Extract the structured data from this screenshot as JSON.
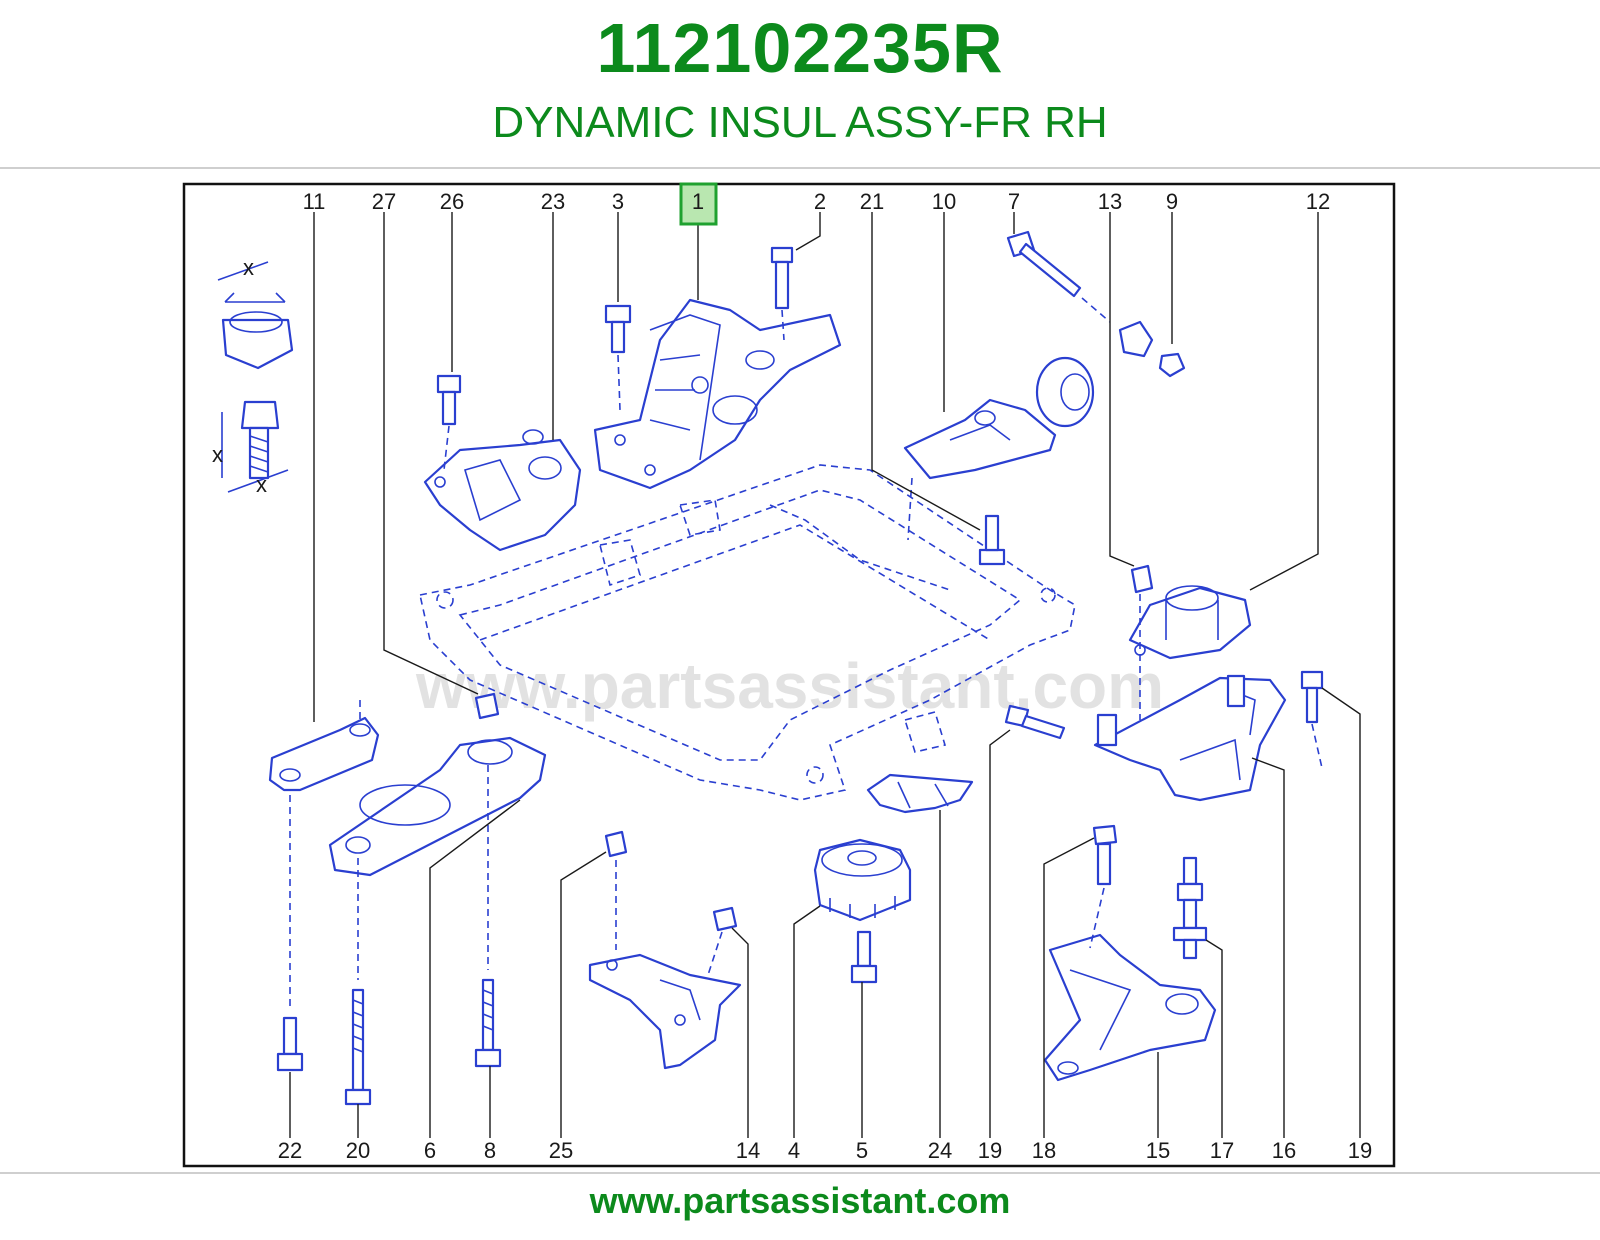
{
  "header": {
    "part_number": "112102235R",
    "part_name": "DYNAMIC INSUL ASSY-FR RH"
  },
  "diagram": {
    "top_callouts": [
      "11",
      "27",
      "26",
      "23",
      "3",
      "1",
      "2",
      "21",
      "10",
      "7",
      "13",
      "9",
      "12"
    ],
    "bottom_callouts": [
      "22",
      "20",
      "6",
      "8",
      "25",
      "14",
      "4",
      "5",
      "24",
      "19",
      "18",
      "15",
      "17",
      "16",
      "19"
    ],
    "highlighted_callout": "1",
    "dimension_label": "x",
    "watermark": "www.partsassistant.com"
  },
  "footer": {
    "url": "www.partsassistant.com"
  },
  "colors": {
    "brand_green": "#0c8a1c",
    "line_blue": "#2a3fd0",
    "highlight_fill": "#b9e7b0",
    "highlight_border": "#1fa12f",
    "frame": "#111111"
  }
}
